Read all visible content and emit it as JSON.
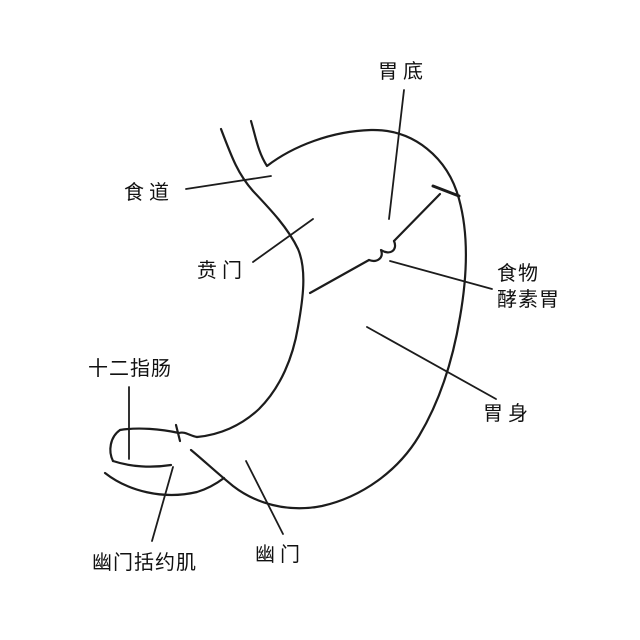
{
  "diagram": {
    "subject": "stomach-anatomy",
    "labels": {
      "fundus": "胃底",
      "esophagus": "食道",
      "cardia": "贲门",
      "food_enzyme_line1": "食物",
      "food_enzyme_line2": "酵素胃",
      "body": "胃身",
      "duodenum": "十二指肠",
      "pyloric_sphincter": "幽门括约肌",
      "pylorus": "幽门"
    },
    "colors": {
      "line": "#1c1c1c",
      "background": "#ffffff",
      "text": "#111111"
    }
  }
}
